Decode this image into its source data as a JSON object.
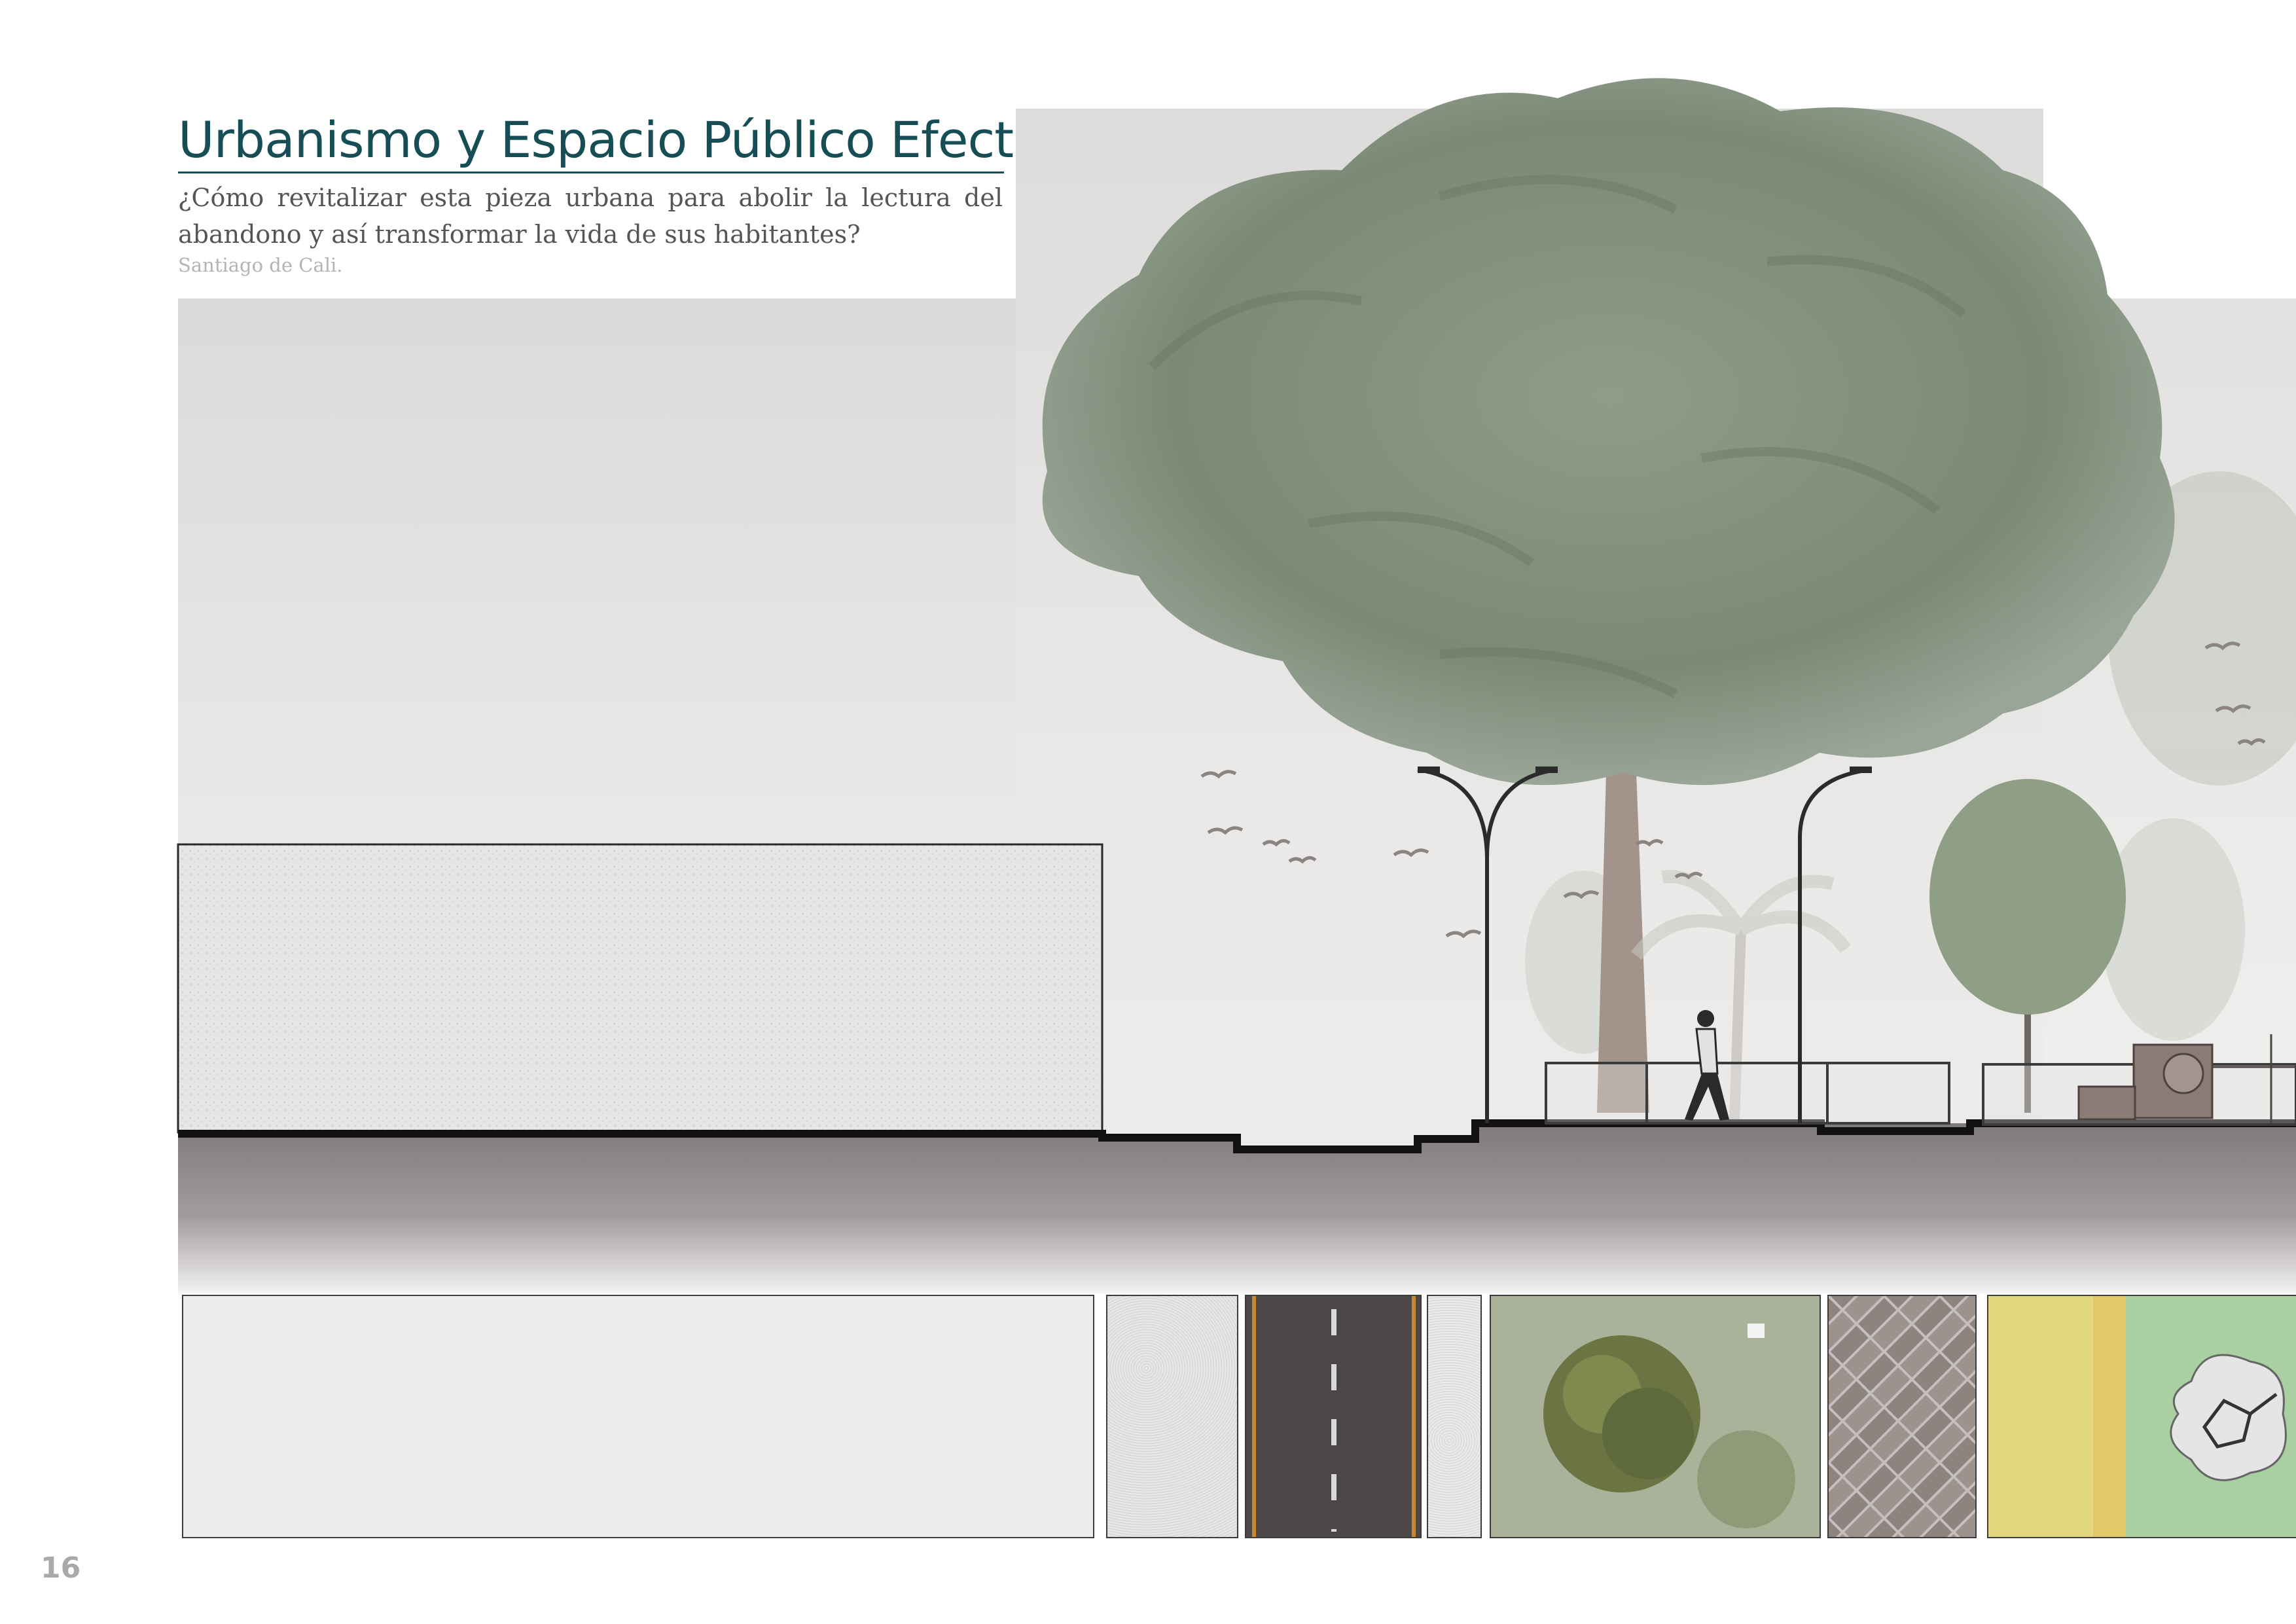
{
  "header": {
    "title": "Urbanismo y Espacio Público Efectivo",
    "subtitle": "¿Cómo revitalizar esta pieza urbana para abolir la lectura del abandono y así transformar la vida de sus habitantes?",
    "location": "Santiago de Cali."
  },
  "page_number": "16",
  "illustration": {
    "elements": [
      "sky",
      "tree-icon",
      "street-lamp-icon",
      "pedestrian-icon",
      "bird-icon",
      "palm-icon",
      "playground-equipment-icon",
      "building-block",
      "ground-section"
    ]
  },
  "plan_strip": {
    "materials": [
      "building",
      "sidewalk",
      "road",
      "sidewalk",
      "grass-with-tree",
      "brick-paving",
      "playground"
    ]
  },
  "colors": {
    "title": "#174e55",
    "foliage": "#7f8f7c",
    "ground": "#8d8887",
    "road": "#4a4746",
    "road_line_yellow": "#c8892e",
    "grass": "#aab39a",
    "play_yellow": "#e0d77e",
    "play_green": "#a9cfa3"
  }
}
